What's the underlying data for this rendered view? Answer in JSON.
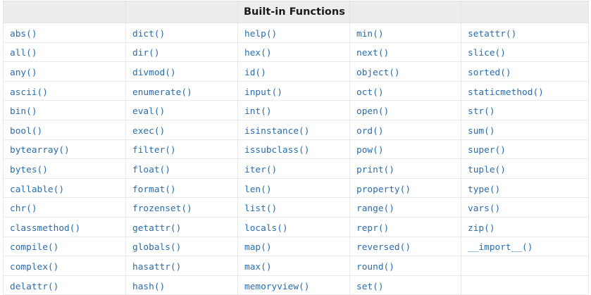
{
  "table": {
    "caption_header": {
      "empty_cells_before": 2,
      "title": "Built-in Functions",
      "empty_cells_after": 2
    },
    "colors": {
      "link_blue": "#2b6cab",
      "header_bg": "#ededed",
      "header_text": "#1b1b1b",
      "border": "#e1e4e5",
      "cell_border": "#e8eaec",
      "page_bg": "#ffffff"
    },
    "columns": 5,
    "body_rows": 14,
    "rows": [
      [
        "abs()",
        "dict()",
        "help()",
        "min()",
        "setattr()"
      ],
      [
        "all()",
        "dir()",
        "hex()",
        "next()",
        "slice()"
      ],
      [
        "any()",
        "divmod()",
        "id()",
        "object()",
        "sorted()"
      ],
      [
        "ascii()",
        "enumerate()",
        "input()",
        "oct()",
        "staticmethod()"
      ],
      [
        "bin()",
        "eval()",
        "int()",
        "open()",
        "str()"
      ],
      [
        "bool()",
        "exec()",
        "isinstance()",
        "ord()",
        "sum()"
      ],
      [
        "bytearray()",
        "filter()",
        "issubclass()",
        "pow()",
        "super()"
      ],
      [
        "bytes()",
        "float()",
        "iter()",
        "print()",
        "tuple()"
      ],
      [
        "callable()",
        "format()",
        "len()",
        "property()",
        "type()"
      ],
      [
        "chr()",
        "frozenset()",
        "list()",
        "range()",
        "vars()"
      ],
      [
        "classmethod()",
        "getattr()",
        "locals()",
        "repr()",
        "zip()"
      ],
      [
        "compile()",
        "globals()",
        "map()",
        "reversed()",
        "__import__()"
      ],
      [
        "complex()",
        "hasattr()",
        "max()",
        "round()",
        ""
      ],
      [
        "delattr()",
        "hash()",
        "memoryview()",
        "set()",
        ""
      ]
    ]
  }
}
